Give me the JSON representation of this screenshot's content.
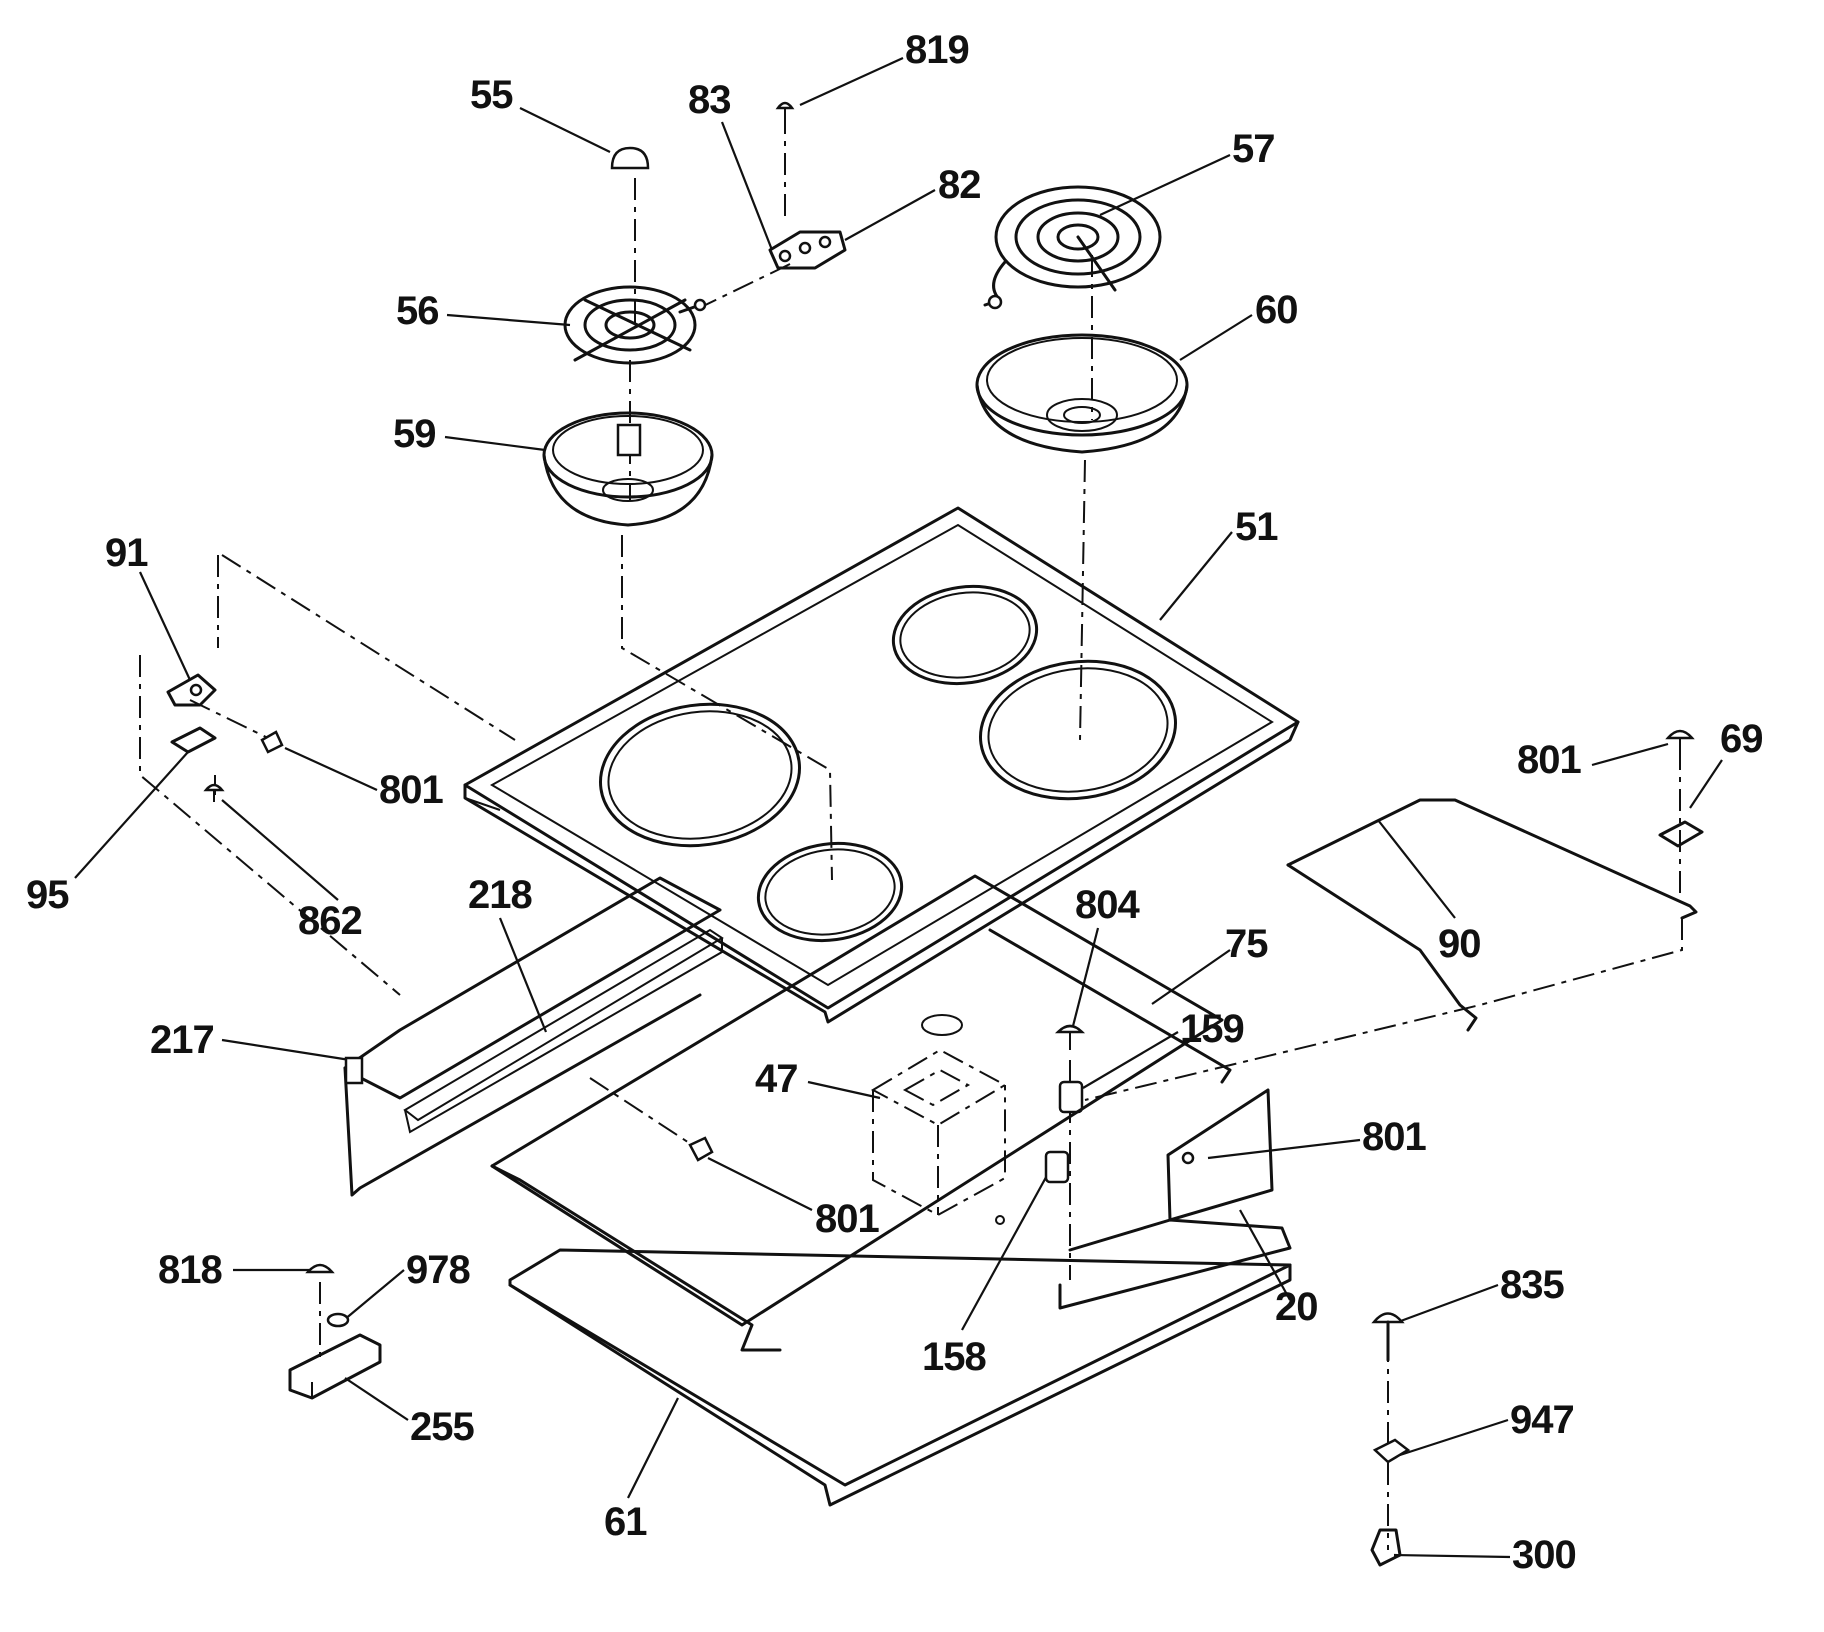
{
  "callouts": [
    {
      "id": "55",
      "text": "55"
    },
    {
      "id": "83",
      "text": "83"
    },
    {
      "id": "819",
      "text": "819"
    },
    {
      "id": "82",
      "text": "82"
    },
    {
      "id": "57",
      "text": "57"
    },
    {
      "id": "56",
      "text": "56"
    },
    {
      "id": "60",
      "text": "60"
    },
    {
      "id": "59",
      "text": "59"
    },
    {
      "id": "51",
      "text": "51"
    },
    {
      "id": "91",
      "text": "91"
    },
    {
      "id": "801a",
      "text": "801"
    },
    {
      "id": "95",
      "text": "95"
    },
    {
      "id": "862",
      "text": "862"
    },
    {
      "id": "801b",
      "text": "801"
    },
    {
      "id": "69",
      "text": "69"
    },
    {
      "id": "90",
      "text": "90"
    },
    {
      "id": "218",
      "text": "218"
    },
    {
      "id": "804",
      "text": "804"
    },
    {
      "id": "75",
      "text": "75"
    },
    {
      "id": "217",
      "text": "217"
    },
    {
      "id": "159",
      "text": "159"
    },
    {
      "id": "47",
      "text": "47"
    },
    {
      "id": "801c",
      "text": "801"
    },
    {
      "id": "801d",
      "text": "801"
    },
    {
      "id": "818",
      "text": "818"
    },
    {
      "id": "978",
      "text": "978"
    },
    {
      "id": "20",
      "text": "20"
    },
    {
      "id": "158",
      "text": "158"
    },
    {
      "id": "835",
      "text": "835"
    },
    {
      "id": "255",
      "text": "255"
    },
    {
      "id": "947",
      "text": "947"
    },
    {
      "id": "61",
      "text": "61"
    },
    {
      "id": "300",
      "text": "300"
    }
  ]
}
